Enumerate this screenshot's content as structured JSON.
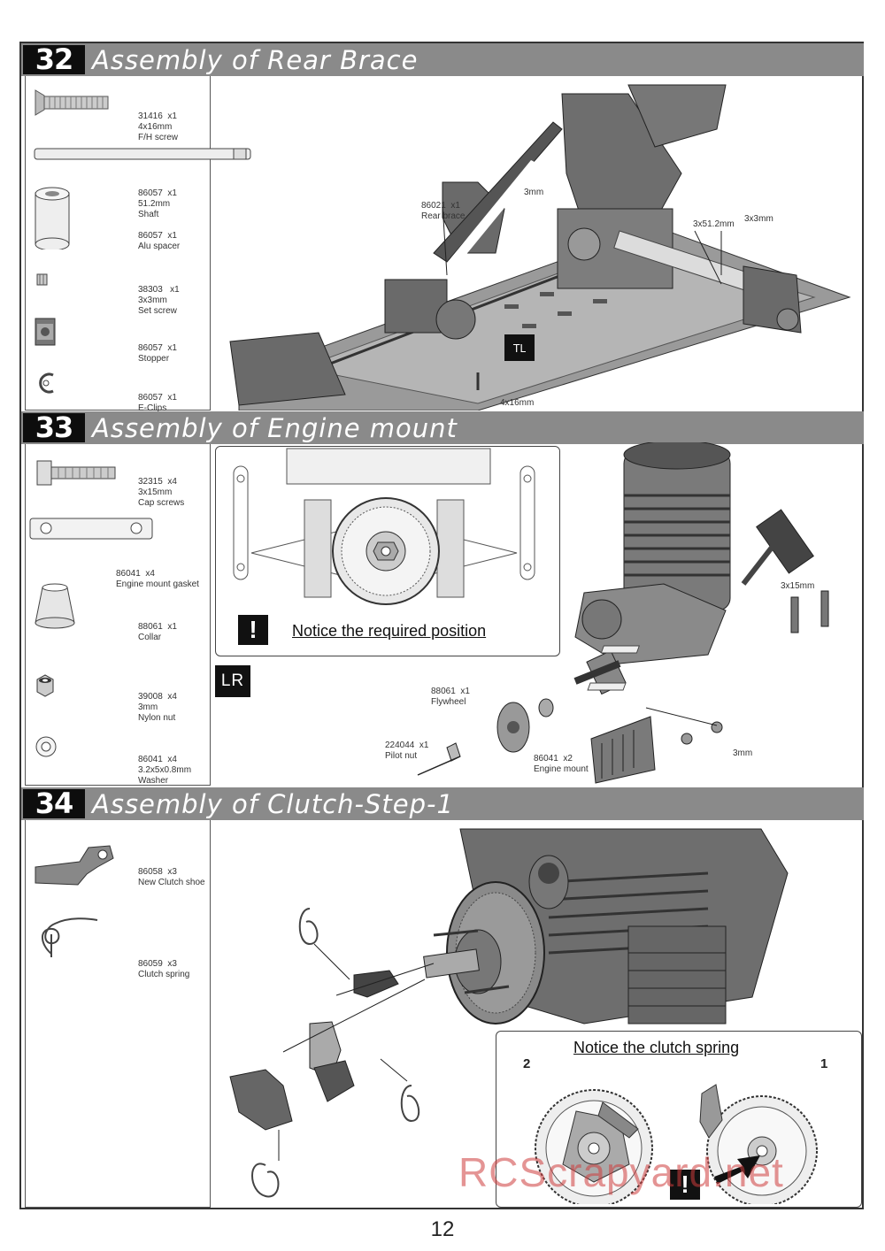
{
  "page_number": "12",
  "watermark": "RCScrapyard.net",
  "steps": [
    {
      "number": "32",
      "title": "Assembly of Rear Brace",
      "parts": [
        {
          "code": "31416  x1",
          "size": "4x16mm",
          "name": "F/H screw"
        },
        {
          "code": "86057  x1",
          "size": "51.2mm",
          "name": "Shaft"
        },
        {
          "code": "86057  x1",
          "size": "",
          "name": "Alu spacer"
        },
        {
          "code": "38303   x1",
          "size": "3x3mm",
          "name": "Set screw"
        },
        {
          "code": "86057  x1",
          "size": "",
          "name": "Stopper"
        },
        {
          "code": "86057  x1",
          "size": "",
          "name": "E-Clips"
        }
      ],
      "callouts": [
        {
          "code": "86021  x1",
          "name": "Rear brace"
        },
        {
          "code": "",
          "name": "3mm"
        },
        {
          "code": "",
          "name": "3x51.2mm"
        },
        {
          "code": "",
          "name": "3x3mm"
        },
        {
          "code": "",
          "name": "4x16mm"
        }
      ]
    },
    {
      "number": "33",
      "title": "Assembly of Engine mount",
      "parts": [
        {
          "code": "32315  x4",
          "size": "3x15mm",
          "name": "Cap screws"
        },
        {
          "code": "86041  x4",
          "size": "",
          "name": "Engine mount gasket"
        },
        {
          "code": "88061  x1",
          "size": "",
          "name": "Collar"
        },
        {
          "code": "39008  x4",
          "size": "3mm",
          "name": "Nylon nut"
        },
        {
          "code": "86041  x4",
          "size": "3.2x5x0.8mm",
          "name": "Washer"
        }
      ],
      "notice": "Notice the required position",
      "lr_label": "LR",
      "callouts": [
        {
          "code": "",
          "name": "3x15mm"
        },
        {
          "code": "88061  x1",
          "name": "Flywheel"
        },
        {
          "code": "224044  x1",
          "name": "Pilot nut"
        },
        {
          "code": "86041  x2",
          "name": "Engine mount"
        },
        {
          "code": "",
          "name": "3mm"
        }
      ]
    },
    {
      "number": "34",
      "title": "Assembly of Clutch-Step-1",
      "parts": [
        {
          "code": "86058  x3",
          "size": "",
          "name": "New Clutch shoe"
        },
        {
          "code": "86059  x3",
          "size": "",
          "name": "Clutch spring"
        }
      ],
      "notice": "Notice the clutch spring",
      "notice_markers": [
        "2",
        "1"
      ]
    }
  ]
}
